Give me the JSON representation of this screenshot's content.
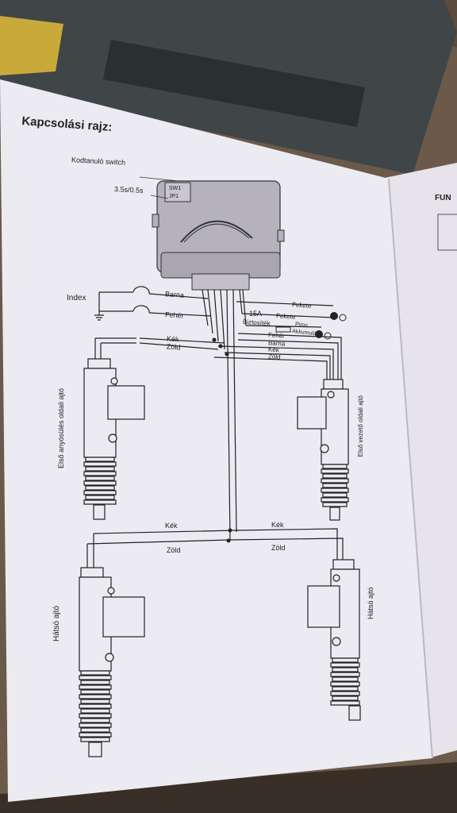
{
  "page": {
    "title": "Kapcsolási rajz:",
    "module_labels": {
      "switch_label": "Kodtanuló switch",
      "timing_label": "3.5s/0.5s",
      "sw_code": "SW1",
      "jp_code": "JP1"
    },
    "left_labels": {
      "index": "Index",
      "barna": "Barna",
      "feher": "Fehér",
      "kek": "Kék",
      "zold": "Zöld"
    },
    "right_labels": {
      "fekete1": "Fekete",
      "fuse_amp": "15A",
      "fekete2": "Fekete",
      "biztositek": "Biztosíték",
      "piros": "Piros",
      "akkumulator": "Akkumulátor",
      "feher": "Fehér",
      "barna": "Barna",
      "kek": "Kék",
      "zold": "Zöld"
    },
    "doors": {
      "front_passenger": "Első anyósülés oldali ajtó",
      "front_driver": "Első vezető oldali ajtó",
      "rear_left": "Hátsó ajtó",
      "rear_right": "Hátsó ajtó"
    },
    "bottom_labels": {
      "kek_left": "Kék",
      "kek_right": "Kék",
      "zold_left": "Zöld",
      "zold_right": "Zöld"
    },
    "next_page_fragment": "FUN"
  }
}
